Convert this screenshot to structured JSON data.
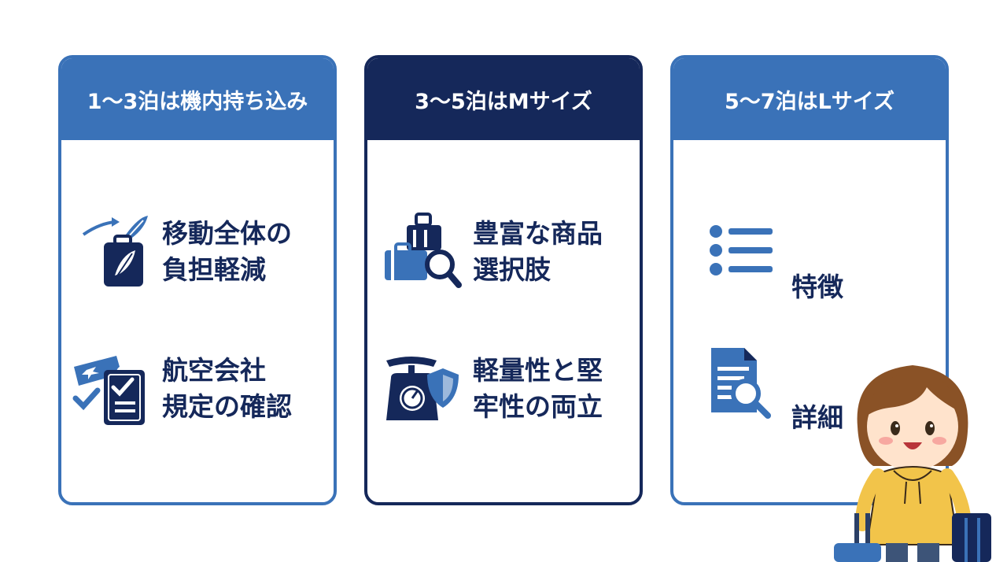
{
  "colors": {
    "accent": "#3a72b8",
    "dark": "#15285a",
    "text": "#15285a"
  },
  "cards": [
    {
      "title": "1〜3泊は機内持ち込み",
      "items": [
        {
          "icon": "luggage-plane-feather-icon",
          "line1": "移動全体の",
          "line2": "負担軽減"
        },
        {
          "icon": "ticket-checklist-icon",
          "line1": "航空会社",
          "line2": "規定の確認"
        }
      ]
    },
    {
      "title": "3〜5泊はMサイズ",
      "items": [
        {
          "icon": "suitcases-magnifier-icon",
          "line1": "豊富な商品",
          "line2": "選択肢"
        },
        {
          "icon": "scale-shield-icon",
          "line1": "軽量性と堅",
          "line2": "牢性の両立"
        }
      ]
    },
    {
      "title": "5〜7泊はLサイズ",
      "items": [
        {
          "icon": "list-icon",
          "line1": "特徴",
          "line2": ""
        },
        {
          "icon": "document-search-icon",
          "line1": "詳細",
          "line2": ""
        }
      ]
    }
  ]
}
